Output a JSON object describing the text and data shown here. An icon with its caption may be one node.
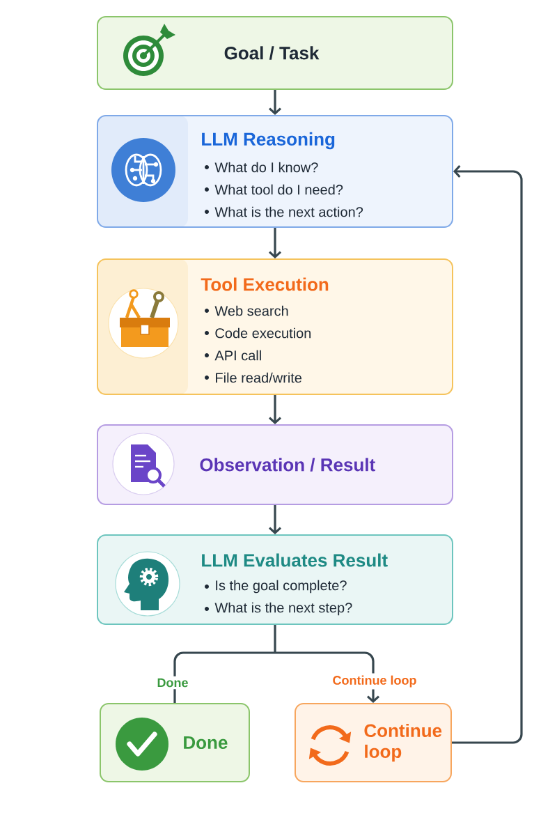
{
  "diagram": {
    "nodes": [
      {
        "text": [
          "Goal / Task"
        ]
      },
      {
        "text": [
          "LLM Reasoning",
          "What do I know?",
          "What tool do I need?",
          "What is the next action?"
        ]
      },
      {
        "text": [
          "Tool Execution",
          "Web search",
          "Code execution",
          "API call",
          "File read/write"
        ]
      },
      {
        "text": [
          "Observation / Result"
        ]
      },
      {
        "text": [
          "LLM Evaluates Result",
          "Is the goal complete?",
          "What is the next step?"
        ]
      },
      {
        "text": [
          "Done"
        ]
      },
      {
        "text": [
          "Continue loop"
        ]
      }
    ],
    "edges": [
      {
        "from": 0,
        "to": 1,
        "arrow": "to"
      },
      {
        "from": 1,
        "to": 2,
        "arrow": "to"
      },
      {
        "from": 2,
        "to": 3,
        "arrow": "to"
      },
      {
        "from": 3,
        "to": 4,
        "arrow": "to"
      },
      {
        "from": 4,
        "to": 5,
        "arrow": "none",
        "label": "Done"
      },
      {
        "from": 4,
        "to": 6,
        "arrow": "to",
        "label": "Continue loop"
      },
      {
        "from": 6,
        "to": 1,
        "arrow": "to"
      }
    ]
  }
}
